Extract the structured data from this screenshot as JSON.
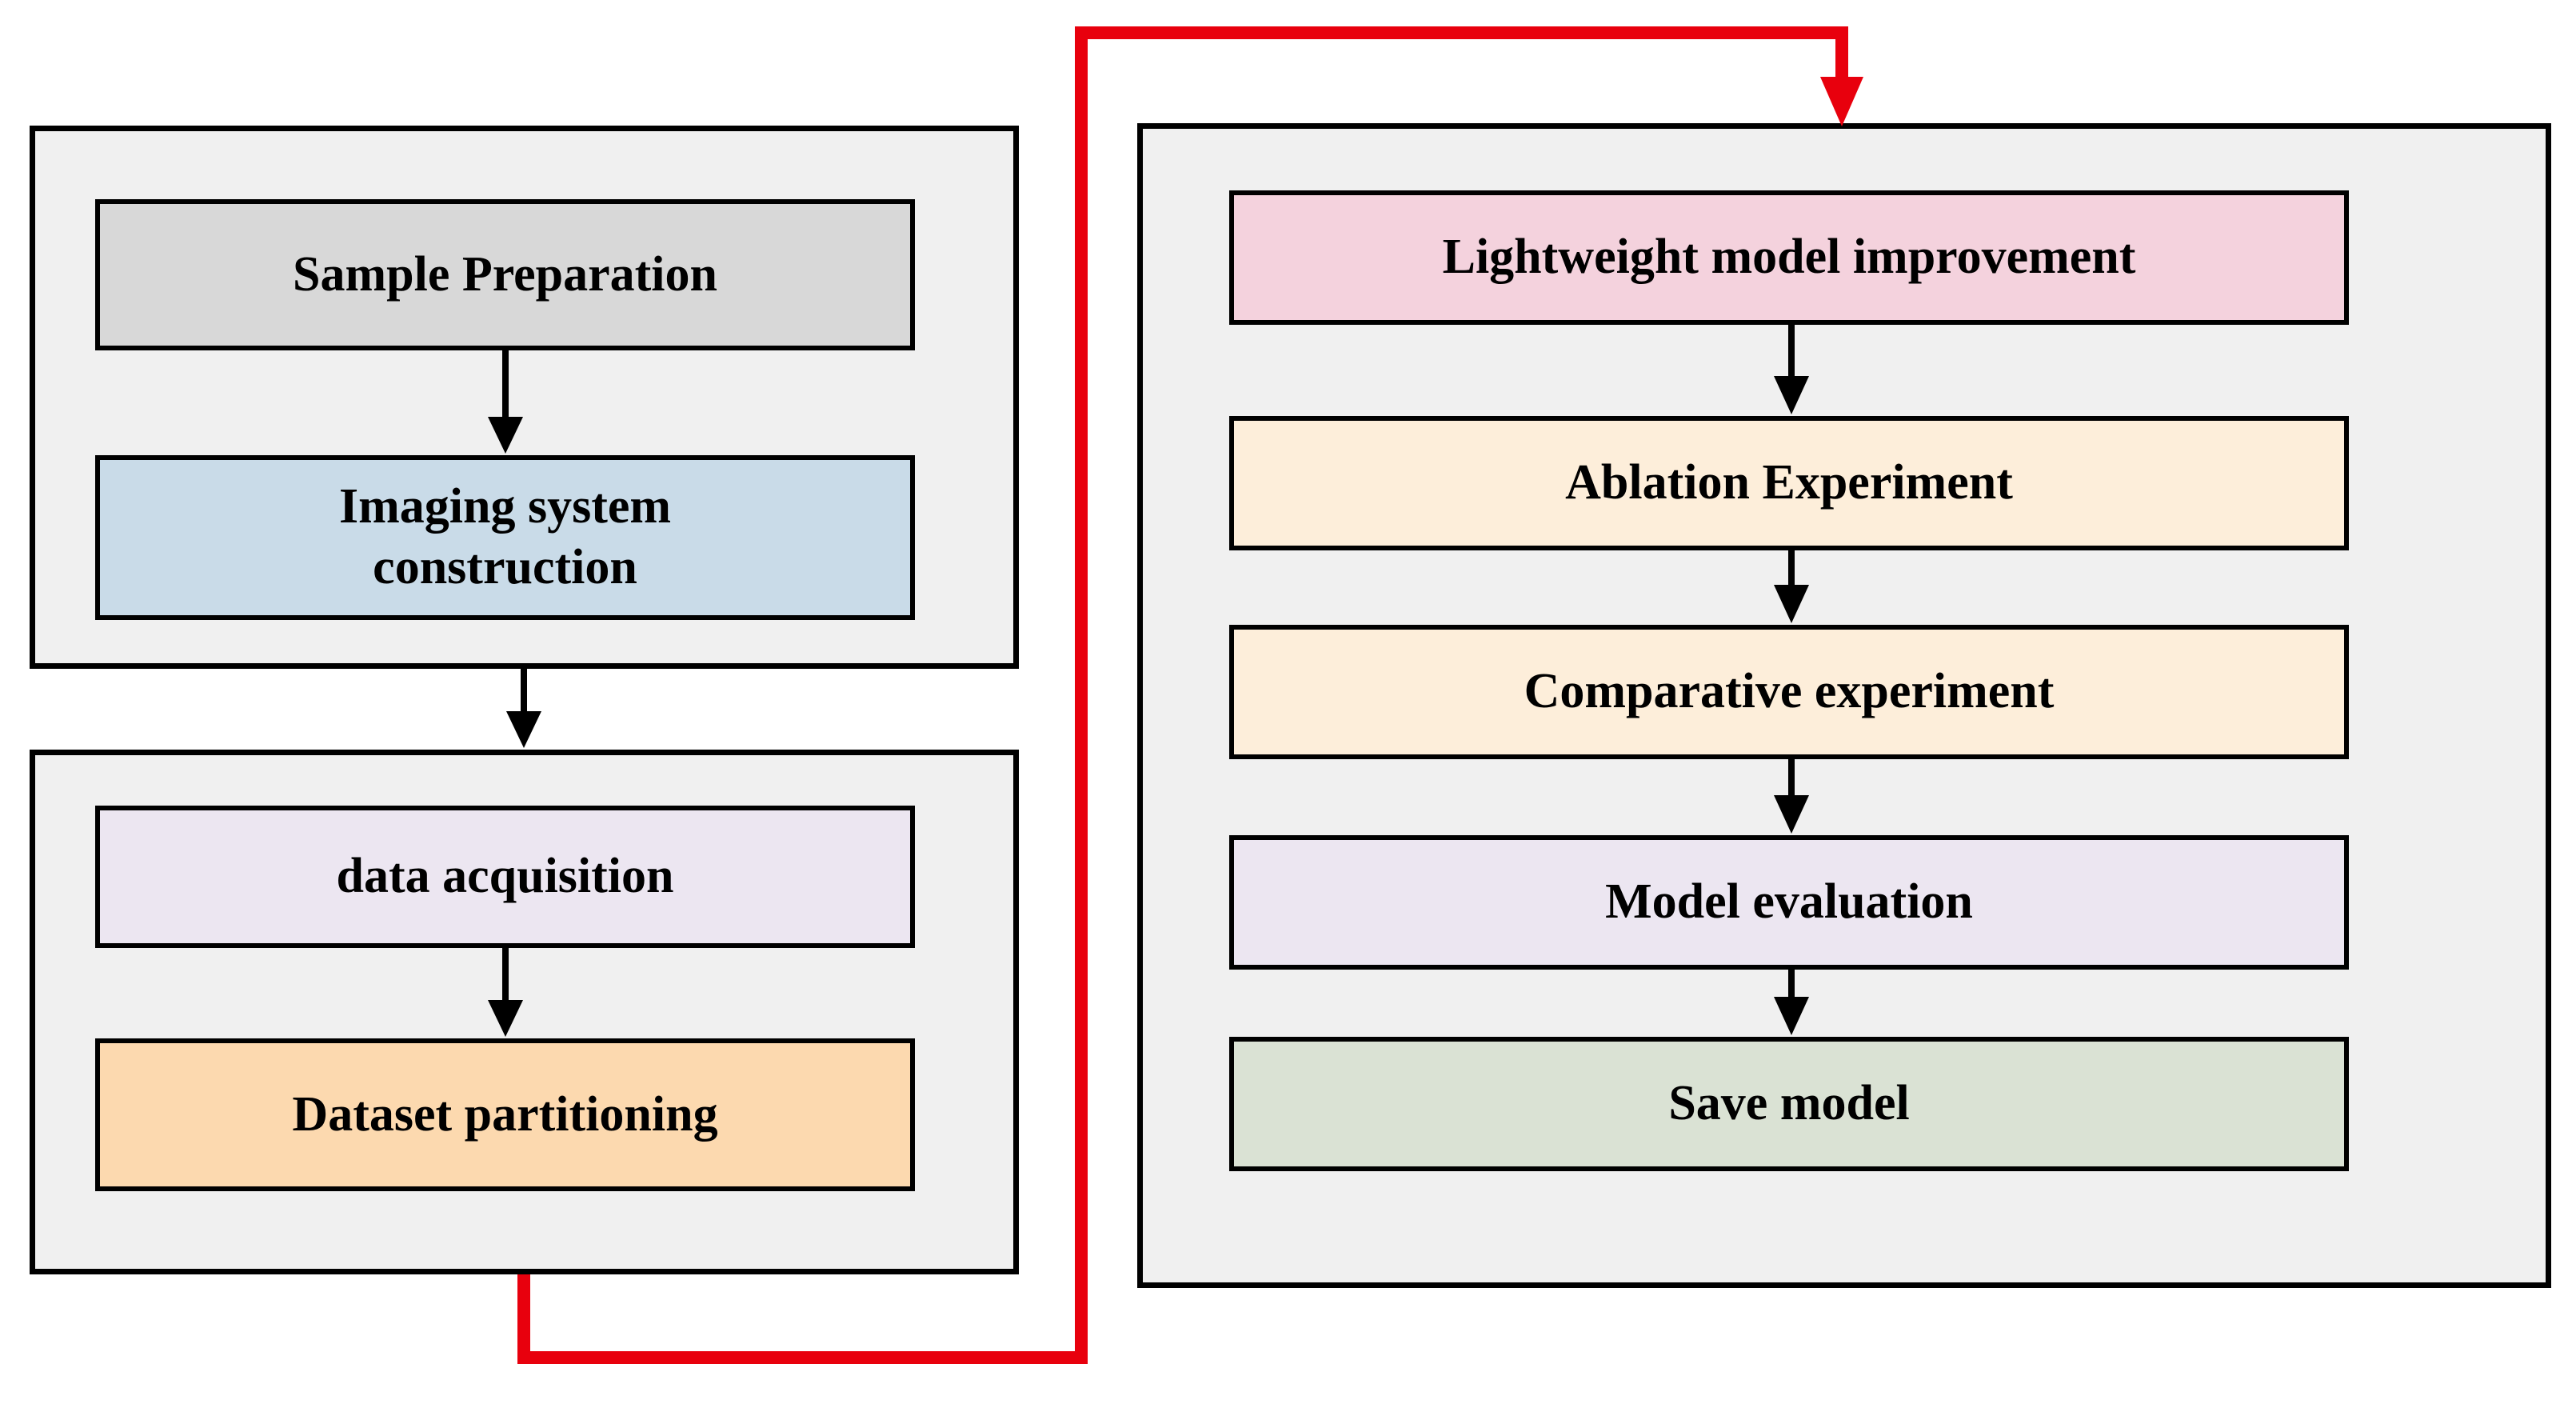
{
  "diagram": {
    "left_top_panel": {
      "boxes": [
        {
          "label": "Sample Preparation",
          "bg": "#d8d8d8"
        },
        {
          "label": "Imaging system construction",
          "bg": "#c9dbe8"
        }
      ]
    },
    "left_bottom_panel": {
      "boxes": [
        {
          "label": "data acquisition",
          "bg": "#ece6f1"
        },
        {
          "label": "Dataset partitioning",
          "bg": "#fcd9af"
        }
      ]
    },
    "right_panel": {
      "boxes": [
        {
          "label": "Lightweight model improvement",
          "bg": "#f4d2dd"
        },
        {
          "label": "Ablation Experiment",
          "bg": "#fdeeda"
        },
        {
          "label": "Comparative experiment",
          "bg": "#fdeeda"
        },
        {
          "label": "Model evaluation",
          "bg": "#ece6f1"
        },
        {
          "label": "Save model",
          "bg": "#dae2d4"
        }
      ]
    },
    "colors": {
      "panel_bg": "#f0f0f0",
      "box_border": "#000000",
      "flow_arrow": "#000000",
      "loop_arrow": "#e8000d",
      "text": "#000000"
    }
  }
}
